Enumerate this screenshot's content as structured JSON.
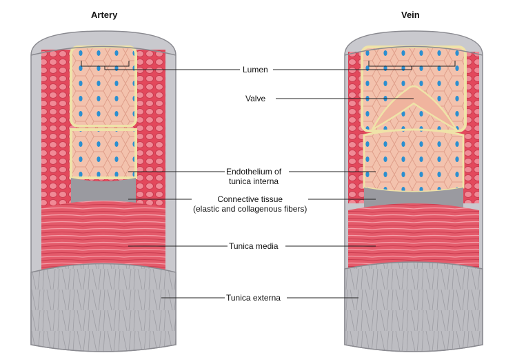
{
  "titles": {
    "artery": "Artery",
    "vein": "Vein"
  },
  "labels": {
    "lumen": "Lumen",
    "valve": "Valve",
    "endothelium_line1": "Endothelium of",
    "endothelium_line2": "tunica interna",
    "connective_line1": "Connective tissue",
    "connective_line2": "(elastic and collagenous fibers)",
    "tunica_media": "Tunica media",
    "tunica_externa": "Tunica externa"
  },
  "colors": {
    "endothelium": "#f3c2ad",
    "nucleus": "#2b8fd0",
    "muscle": "#e45a6a",
    "muscle_dark": "#c93c50",
    "externa": "#b9b9bd",
    "connective": "#9a9aa0",
    "fat_cell": "#e87a86"
  }
}
